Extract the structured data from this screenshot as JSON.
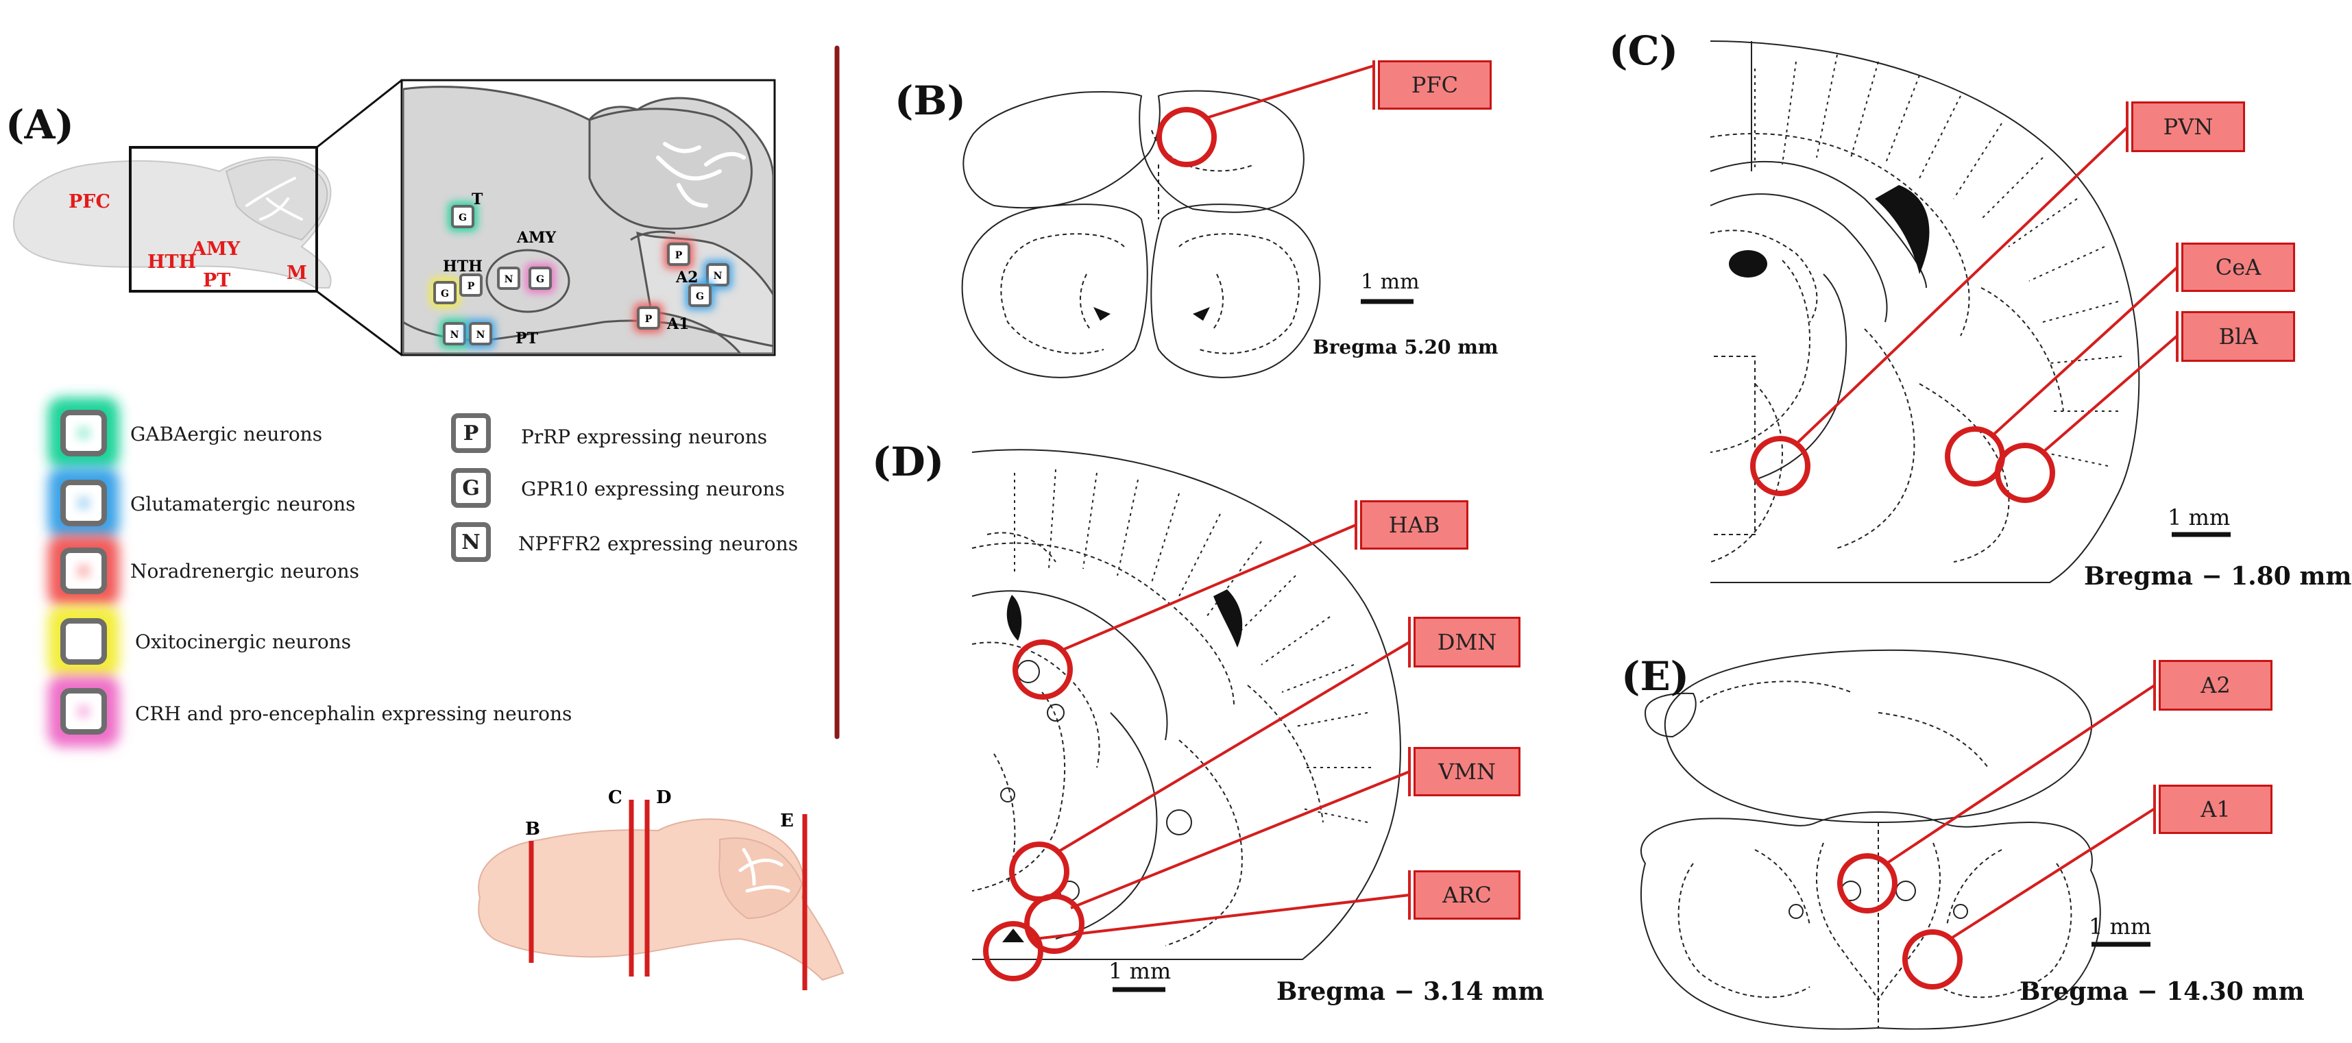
{
  "panels": {
    "a": "(A)",
    "b": "(B)",
    "c": "(C)",
    "d": "(D)",
    "e": "(E)"
  },
  "panel_a": {
    "brain_labels": {
      "pfc": "PFC",
      "amy": "AMY",
      "hth": "HTH",
      "pt": "PT",
      "m": "M"
    },
    "inset_labels": {
      "t": "T",
      "amy": "AMY",
      "hth": "HTH",
      "pt": "PT",
      "a2": "A2",
      "a1": "A1"
    },
    "inset_boxes": {
      "t": "G",
      "hth_p": "P",
      "hth_g": "G",
      "amy_n": "N",
      "amy_g": "G",
      "pt_n1": "N",
      "pt_n2": "N",
      "a2_p": "P",
      "a2_n": "N",
      "a2_g": "G",
      "a1_p": "P"
    }
  },
  "legend": {
    "neurons": [
      {
        "label": "GABAergic neurons",
        "glow": "#1bd49a"
      },
      {
        "label": "Glutamatergic neurons",
        "glow": "#3aa3e8"
      },
      {
        "label": "Noradrenergic neurons",
        "glow": "#f25a5a"
      },
      {
        "label": "Oxitocinergic neurons",
        "glow": "#f3ee3a"
      },
      {
        "label": "CRH and pro-encephalin expressing neurons",
        "glow": "#ee6fc8"
      }
    ],
    "receptors": [
      {
        "letter": "P",
        "label": "PrRP expressing neurons"
      },
      {
        "letter": "G",
        "label": "GPR10 expressing neurons"
      },
      {
        "letter": "N",
        "label": "NPFFR2 expressing neurons"
      }
    ]
  },
  "section_markers": {
    "b": "B",
    "c": "C",
    "d": "D",
    "e": "E"
  },
  "panel_b": {
    "regions": [
      "PFC"
    ],
    "scale": "1 mm",
    "bregma": "Bregma 5.20 mm"
  },
  "panel_c": {
    "regions": [
      "PVN",
      "CeA",
      "BlA"
    ],
    "scale": "1 mm",
    "bregma": "Bregma − 1.80 mm"
  },
  "panel_d": {
    "regions": [
      "HAB",
      "DMN",
      "VMN",
      "ARC"
    ],
    "scale": "1 mm",
    "bregma": "Bregma − 3.14 mm"
  },
  "panel_e": {
    "regions": [
      "A2",
      "A1"
    ],
    "scale": "1 mm",
    "bregma": "Bregma − 14.30 mm"
  },
  "colors": {
    "accent_red": "#d41e1e",
    "label_red": "#e31b1b",
    "box_fill": "#f58080",
    "divider": "#8a1a1a",
    "brain_gray": "#d4d4d4",
    "brain_pink": "#f8d3c2"
  }
}
